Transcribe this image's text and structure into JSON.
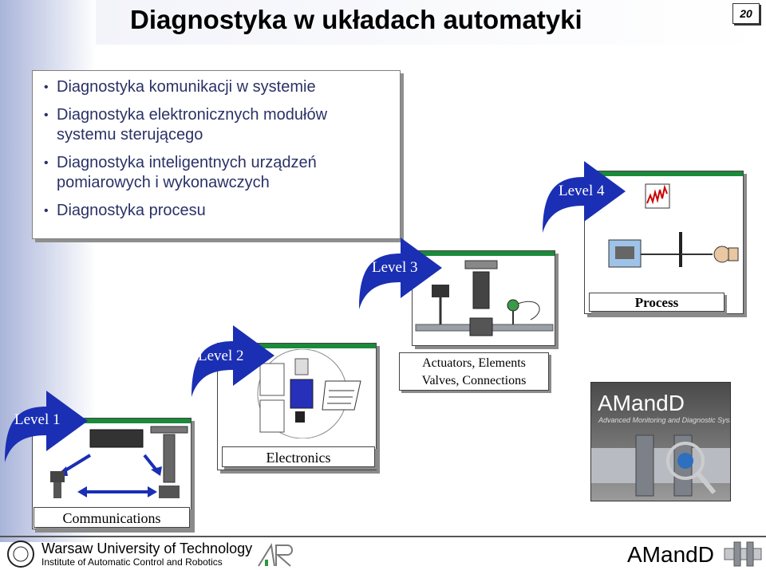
{
  "header": {
    "title": "Diagnostyka w układach automatyki",
    "slide_number": "20"
  },
  "bullets": [
    "Diagnostyka komunikacji w systemie",
    "Diagnostyka elektronicznych modułów systemu sterującego",
    "Diagnostyka inteligentnych urządzeń pomiarowych i wykonawczych",
    "Diagnostyka procesu"
  ],
  "levels": {
    "level1": "Level 1",
    "level2": "Level 2",
    "level3": "Level 3",
    "level4": "Level 4"
  },
  "labels": {
    "communications": "Communications",
    "electronics": "Electronics",
    "actuators_line1": "Actuators, Elements",
    "actuators_line2": "Valves, Connections",
    "process": "Process"
  },
  "amandd": {
    "title": "AMandD",
    "subtitle": "Advanced Monitoring and Diagnostic System"
  },
  "footer": {
    "university": "Warsaw University of Technology",
    "institute": "Institute of Automatic Control and Robotics",
    "logo_text": "AMandD"
  },
  "colors": {
    "arrow_blue": "#1a2fb3",
    "panel_green": "#1b8a3a",
    "bullet_text": "#2a3266"
  }
}
